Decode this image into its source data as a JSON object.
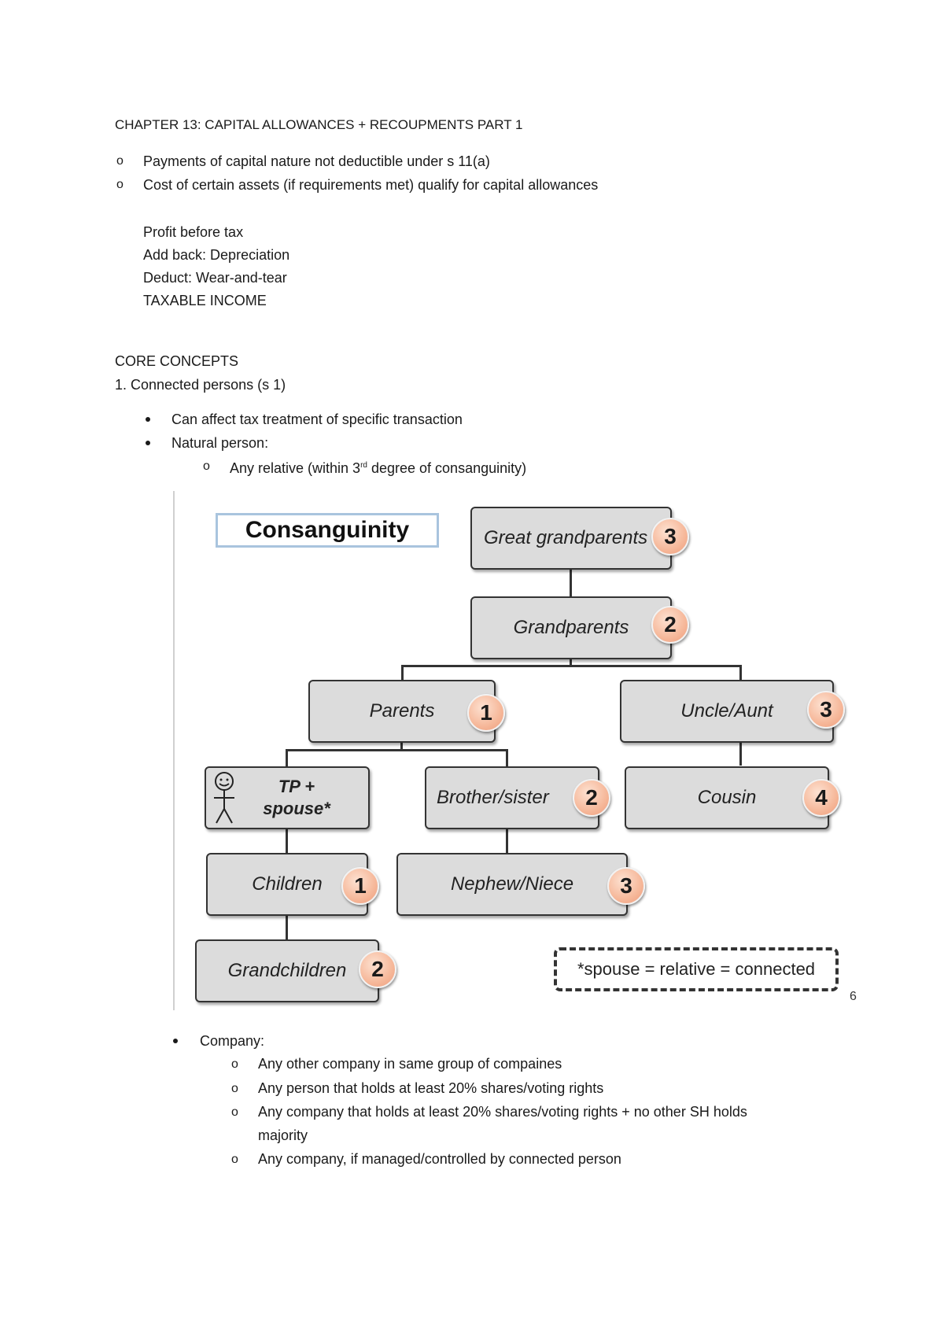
{
  "doc": {
    "heading": "CHAPTER 13: CAPITAL ALLOWANCES + RECOUPMENTS PART 1",
    "intro_bullets": [
      "Payments of capital nature not deductible under s 11(a)",
      "Cost of certain assets (if requirements met) qualify for capital allowances"
    ],
    "calc_lines": [
      "Profit before tax",
      "Add back: Depreciation",
      "Deduct: Wear-and-tear",
      "TAXABLE INCOME"
    ],
    "core_title": "CORE CONCEPTS",
    "section1_title": "1. Connected persons (s 1)",
    "connected_bullets": [
      "Can affect tax treatment of specific transaction",
      "Natural person:"
    ],
    "natural_sub": {
      "before": "Any relative (within 3",
      "sup": "rd",
      "after": " degree of consanguinity)"
    },
    "company_label": "Company:",
    "company_items": [
      "Any other company in same group of compaines",
      "Any person that holds at least 20% shares/voting rights",
      "Any company that holds at least 20% shares/voting rights + no other SH holds",
      "majority",
      "Any company, if managed/controlled by connected person"
    ],
    "bullet_glyph": "o"
  },
  "diagram": {
    "title": "Consanguinity",
    "nodes": {
      "great_grandparents": {
        "label": "Great grandparents",
        "degree": "3"
      },
      "grandparents": {
        "label": "Grandparents",
        "degree": "2"
      },
      "parents": {
        "label": "Parents",
        "degree": "1"
      },
      "uncle_aunt": {
        "label": "Uncle/Aunt",
        "degree": "3"
      },
      "tp_spouse": {
        "line1": "TP +",
        "line2": "spouse*"
      },
      "brother_sister": {
        "label": "Brother/sister",
        "degree": "2"
      },
      "cousin": {
        "label": "Cousin",
        "degree": "4"
      },
      "children": {
        "label": "Children",
        "degree": "1"
      },
      "nephew_niece": {
        "label": "Nephew/Niece",
        "degree": "3"
      },
      "grandchildren": {
        "label": "Grandchildren",
        "degree": "2"
      }
    },
    "note": "*spouse = relative = connected",
    "edge_char": "6"
  }
}
